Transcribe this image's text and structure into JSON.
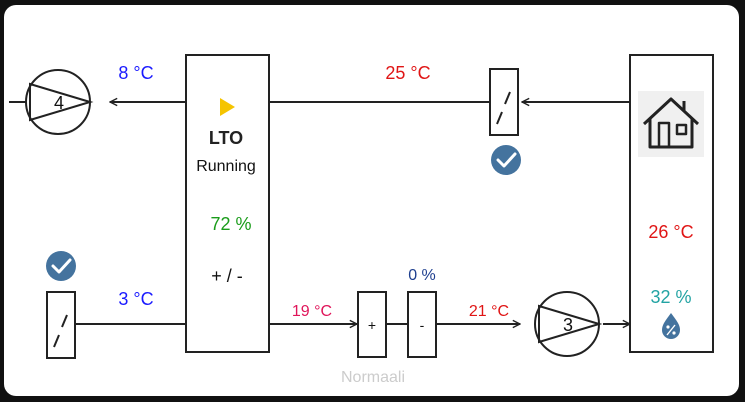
{
  "colors": {
    "cold": "#1a1aff",
    "warm": "#e01515",
    "mixed": "#e0155a",
    "efficiency": "#1a9c1a",
    "humidity": "#22a3a3",
    "heater_pct": "#1e3f8f",
    "status": "#cccccc",
    "play": "#f5c400",
    "check": "#44739e",
    "line": "#222222"
  },
  "fans": {
    "exhaust_fan": {
      "number": "4"
    },
    "supply_fan": {
      "number": "3"
    }
  },
  "lto": {
    "title": "LTO",
    "state": "Running",
    "efficiency": "72 %",
    "adjust": "+ / -"
  },
  "temperatures": {
    "exhaust_out": "8 °C",
    "extract_in": "25 °C",
    "outdoor_in": "3 °C",
    "after_lto": "19 °C",
    "supply": "21 °C",
    "room": "26 °C"
  },
  "heater": {
    "plus": "+",
    "minus": "-",
    "output": "0 %"
  },
  "room": {
    "humidity": "32 %",
    "house_icon": "house-icon",
    "humidity_icon": "water-drop-percent-icon"
  },
  "status": "Normaali"
}
